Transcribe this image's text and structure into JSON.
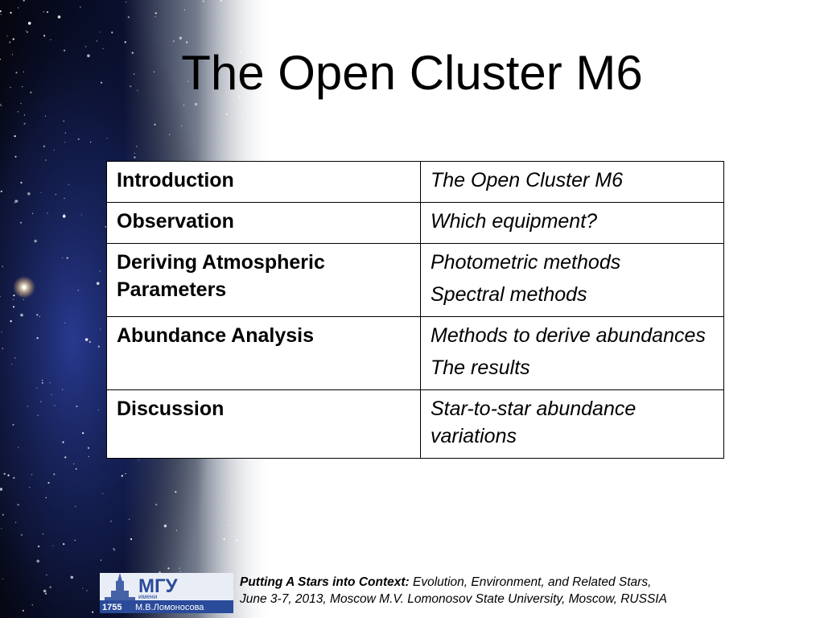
{
  "slide": {
    "title": "The Open Cluster M6"
  },
  "outline": {
    "rows": [
      {
        "topic": "Introduction",
        "details": [
          "The Open Cluster M6"
        ]
      },
      {
        "topic": "Observation",
        "details": [
          "Which equipment?"
        ]
      },
      {
        "topic": "Deriving Atmospheric Parameters",
        "details": [
          "Photometric methods",
          "Spectral methods"
        ]
      },
      {
        "topic": "Abundance Analysis",
        "details": [
          "Methods to derive abundances",
          "The results"
        ]
      },
      {
        "topic": "Discussion",
        "details": [
          "Star-to-star abundance variations"
        ]
      }
    ]
  },
  "footer": {
    "logo": {
      "abbr": "МГУ",
      "word": "имени",
      "year": "1755",
      "name": "М.В.Ломоносова"
    },
    "conference_lead": "Putting A Stars into Context:",
    "conference_rest": " Evolution, Environment, and Related Stars,",
    "conference_line2": "June 3-7, 2013, Moscow M.V. Lomonosov State University, Moscow, RUSSIA"
  },
  "colors": {
    "space_dark": "#05060f",
    "space_blue": "#1a2a6e",
    "logo_blue": "#2a4a9a"
  }
}
